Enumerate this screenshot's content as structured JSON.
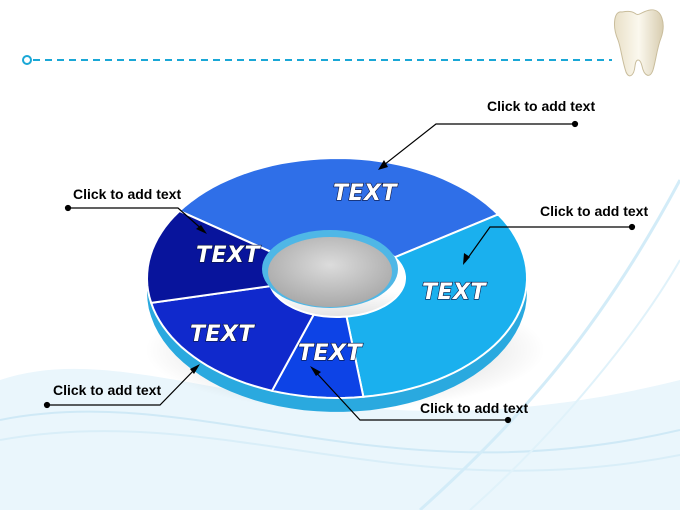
{
  "diagram": {
    "segments": [
      {
        "label": "TEXT",
        "color": "#2f6fe8"
      },
      {
        "label": "TEXT",
        "color": "#1ab0ee"
      },
      {
        "label": "TEXT",
        "color": "#0d43e6"
      },
      {
        "label": "TEXT",
        "color": "#1029cc"
      },
      {
        "label": "TEXT",
        "color": "#08149c"
      }
    ],
    "callouts": [
      {
        "label": "Click to add text"
      },
      {
        "label": "Click to add text"
      },
      {
        "label": "Click to add text"
      },
      {
        "label": "Click to add text"
      },
      {
        "label": "Click to add text"
      }
    ],
    "colors": {
      "accent_line": "#1aa7d6",
      "hole": "#c8c8c8",
      "rim": "#2aa9df"
    },
    "icons": [
      "tooth-icon"
    ]
  }
}
